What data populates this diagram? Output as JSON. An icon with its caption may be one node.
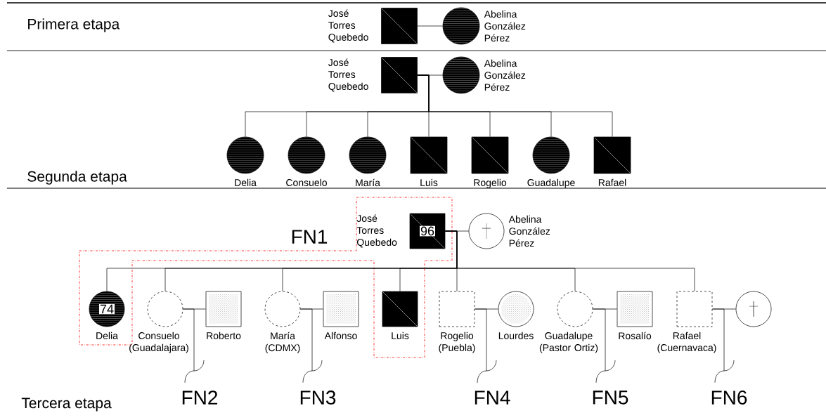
{
  "diagram": {
    "nodes": [
      {
        "text": [],
        "shape": "box",
        "beside": [
          "José Torres Quebedo"
        ]
      },
      {
        "text": [],
        "shape": "circle",
        "beside": [
          "Abelina González Pérez"
        ]
      },
      {
        "text": [],
        "shape": "box",
        "beside": [
          "José Torres Quebedo"
        ]
      },
      {
        "text": [],
        "shape": "circle",
        "beside": [
          "Abelina González Pérez"
        ]
      },
      {
        "text": [],
        "shape": "circle",
        "beside": [
          "Delia"
        ]
      },
      {
        "text": [],
        "shape": "circle",
        "beside": [
          "Consuelo"
        ]
      },
      {
        "text": [],
        "shape": "circle",
        "beside": [
          "María"
        ]
      },
      {
        "text": [],
        "shape": "box",
        "beside": [
          "Luis"
        ]
      },
      {
        "text": [],
        "shape": "box",
        "beside": [
          "Rogelio"
        ]
      },
      {
        "text": [],
        "shape": "circle",
        "beside": [
          "Guadalupe"
        ]
      },
      {
        "text": [],
        "shape": "box",
        "beside": [
          "Rafael"
        ]
      },
      {
        "text": [
          "FN1"
        ]
      },
      {
        "text": [
          "96"
        ],
        "beside": [
          "José Torres Quebedo"
        ]
      },
      {
        "text": [],
        "shape": "circle",
        "beside": [
          "Abelina González Pérez"
        ]
      },
      {
        "text": [
          "74"
        ],
        "beside": [
          "Delia"
        ]
      },
      {
        "text": [],
        "shape": "circle",
        "beside": [
          "Consuelo (Guadalajara)"
        ]
      },
      {
        "text": [],
        "shape": "box",
        "beside": [
          "Roberto"
        ]
      },
      {
        "text": [],
        "shape": "circle",
        "beside": [
          "María (CDMX)"
        ]
      },
      {
        "text": [],
        "shape": "box",
        "beside": [
          "Alfonso"
        ]
      },
      {
        "text": [],
        "shape": "box",
        "beside": [
          "Luis"
        ]
      },
      {
        "text": [],
        "shape": "box",
        "beside": [
          "Rogelio (Puebla)"
        ]
      },
      {
        "text": [],
        "shape": "circle",
        "beside": [
          "Lourdes"
        ]
      },
      {
        "text": [],
        "shape": "circle",
        "beside": [
          "Guadalupe (Pastor Ortiz)"
        ]
      },
      {
        "text": [],
        "shape": "box",
        "beside": [
          "Rosalío"
        ]
      },
      {
        "text": [],
        "shape": "box",
        "beside": [
          "Rafael (Cuernavaca)"
        ]
      },
      {
        "text": [],
        "shape": "circle"
      },
      {
        "text": [
          "FN2"
        ]
      },
      {
        "text": [
          "FN3"
        ]
      },
      {
        "text": [
          "FN4"
        ]
      },
      {
        "text": [
          "FN5"
        ]
      },
      {
        "text": [
          "FN6"
        ]
      }
    ],
    "edges": [
      {
        "from": 0,
        "to": 1,
        "arrow": "none"
      },
      {
        "from": 2,
        "to": 3,
        "arrow": "none"
      },
      {
        "from": 2,
        "to": 4,
        "arrow": "none"
      },
      {
        "from": 2,
        "to": 5,
        "arrow": "none"
      },
      {
        "from": 2,
        "to": 6,
        "arrow": "none"
      },
      {
        "from": 2,
        "to": 7,
        "arrow": "none"
      },
      {
        "from": 2,
        "to": 8,
        "arrow": "none"
      },
      {
        "from": 2,
        "to": 9,
        "arrow": "none"
      },
      {
        "from": 2,
        "to": 10,
        "arrow": "none"
      },
      {
        "from": 12,
        "to": 13,
        "arrow": "none"
      },
      {
        "from": 12,
        "to": 14,
        "arrow": "none"
      },
      {
        "from": 12,
        "to": 15,
        "arrow": "none"
      },
      {
        "from": 12,
        "to": 17,
        "arrow": "none"
      },
      {
        "from": 12,
        "to": 19,
        "arrow": "none"
      },
      {
        "from": 12,
        "to": 20,
        "arrow": "none"
      },
      {
        "from": 12,
        "to": 22,
        "arrow": "none"
      },
      {
        "from": 12,
        "to": 24,
        "arrow": "none"
      },
      {
        "from": 15,
        "to": 16,
        "arrow": "none"
      },
      {
        "from": 17,
        "to": 18,
        "arrow": "none"
      },
      {
        "from": 20,
        "to": 21,
        "arrow": "none"
      },
      {
        "from": 22,
        "to": 23,
        "arrow": "none"
      },
      {
        "from": 24,
        "to": 25,
        "arrow": "none"
      },
      {
        "from": 15,
        "to": 26,
        "arrow": "none"
      },
      {
        "from": 17,
        "to": 27,
        "arrow": "none"
      },
      {
        "from": 20,
        "to": 28,
        "arrow": "none"
      },
      {
        "from": 22,
        "to": 29,
        "arrow": "none"
      },
      {
        "from": 24,
        "to": 30,
        "arrow": "none"
      }
    ],
    "labels": [
      "Primera etapa",
      "Segunda etapa",
      "Tercera etapa"
    ]
  }
}
